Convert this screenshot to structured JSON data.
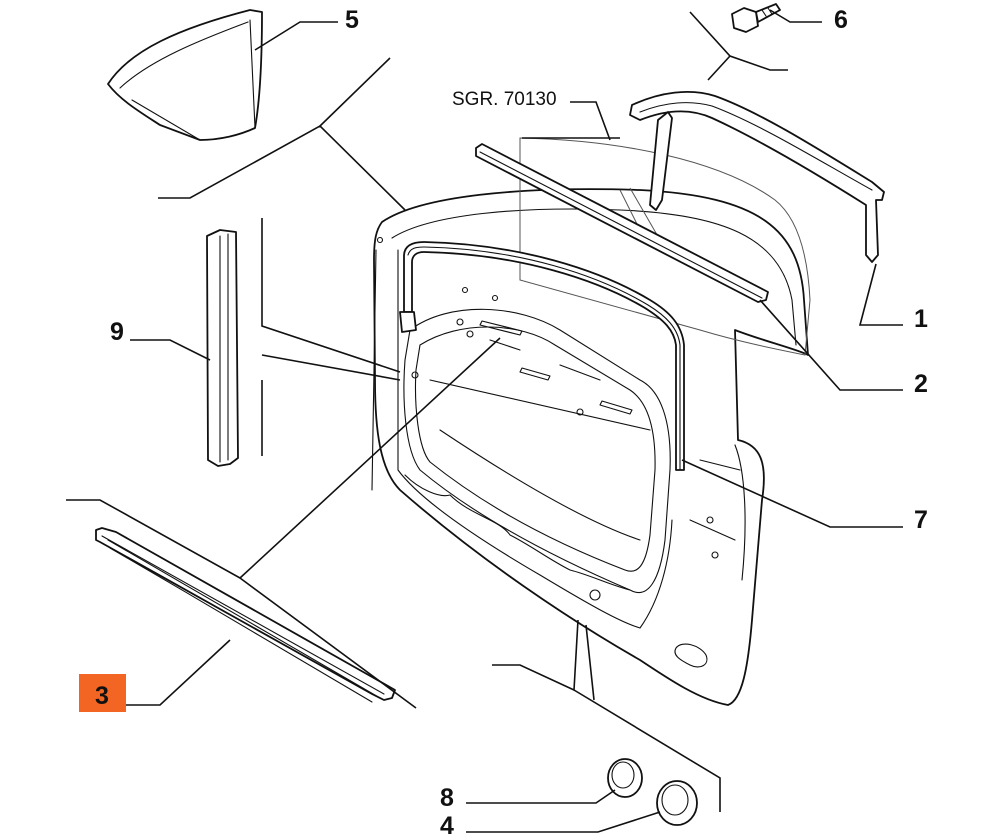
{
  "diagram": {
    "reference": "SGR. 70130",
    "callouts": [
      {
        "id": "p1",
        "number": "1"
      },
      {
        "id": "p2",
        "number": "2"
      },
      {
        "id": "p3",
        "number": "3"
      },
      {
        "id": "p4",
        "number": "4"
      },
      {
        "id": "p5",
        "number": "5"
      },
      {
        "id": "p6",
        "number": "6"
      },
      {
        "id": "p7",
        "number": "7"
      },
      {
        "id": "p8",
        "number": "8"
      },
      {
        "id": "p9",
        "number": "9"
      }
    ],
    "highlight": {
      "callout": "3",
      "color": "#f26522",
      "text_color": "#c0c0c0"
    }
  }
}
